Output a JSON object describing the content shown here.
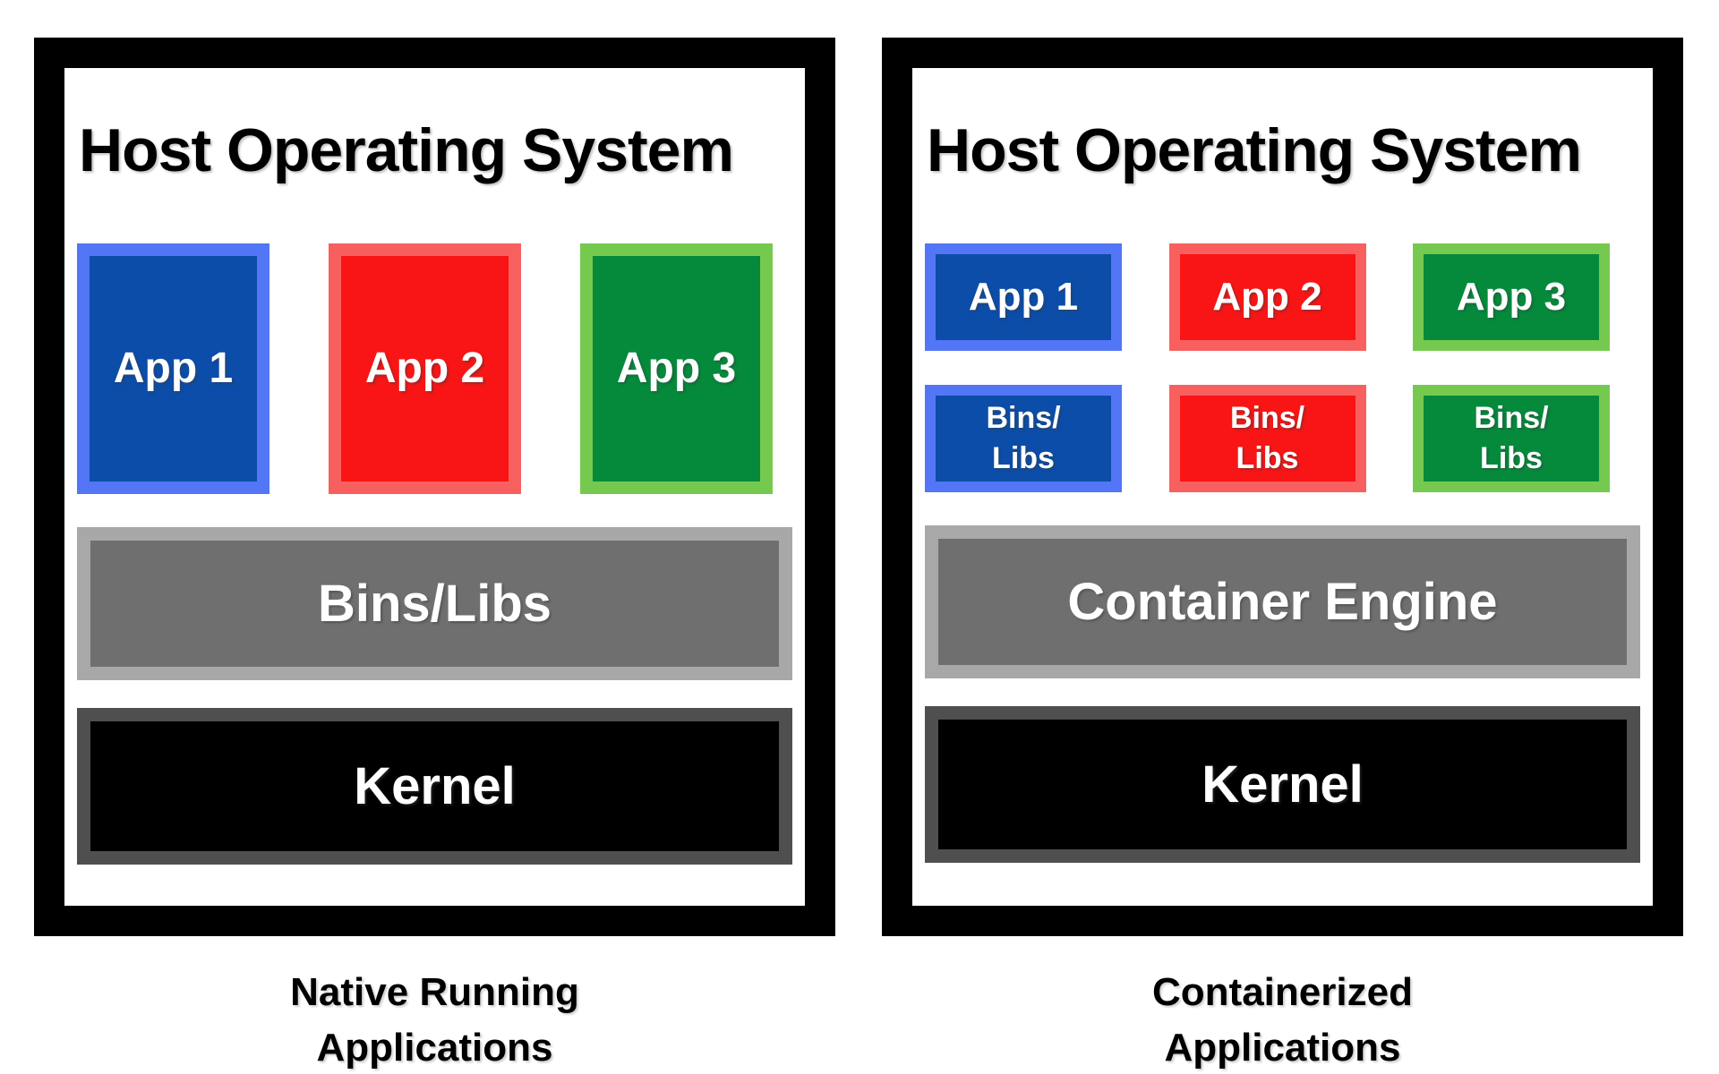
{
  "colors": {
    "frame": "#000000",
    "blue_border": "#5276f5",
    "blue_fill": "#0b4da8",
    "red_border": "#f86060",
    "red_fill": "#f91515",
    "green_border": "#76c94f",
    "green_fill": "#058a3c",
    "gray_border": "#a8a8a8",
    "gray_fill": "#6f6f6f",
    "kernel_border": "#4f4f4f",
    "kernel_fill": "#000000"
  },
  "left_panel": {
    "title": "Host Operating System",
    "apps": [
      {
        "label": "App 1",
        "color": "blue"
      },
      {
        "label": "App 2",
        "color": "red"
      },
      {
        "label": "App 3",
        "color": "green"
      }
    ],
    "bins_libs_label": "Bins/Libs",
    "kernel_label": "Kernel",
    "caption_line1": "Native Running",
    "caption_line2": "Applications"
  },
  "right_panel": {
    "title": "Host Operating System",
    "apps": [
      {
        "label": "App 1",
        "color": "blue"
      },
      {
        "label": "App 2",
        "color": "red"
      },
      {
        "label": "App 3",
        "color": "green"
      }
    ],
    "bins": [
      {
        "line1": "Bins/",
        "line2": "Libs",
        "color": "blue"
      },
      {
        "line1": "Bins/",
        "line2": "Libs",
        "color": "red"
      },
      {
        "line1": "Bins/",
        "line2": "Libs",
        "color": "green"
      }
    ],
    "engine_label": "Container Engine",
    "kernel_label": "Kernel",
    "caption_line1": "Containerized",
    "caption_line2": "Applications"
  }
}
